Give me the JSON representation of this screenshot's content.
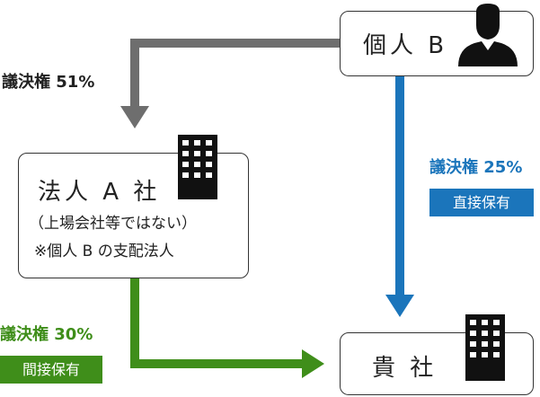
{
  "nodes": {
    "person_b": {
      "label": "個人 B"
    },
    "corp_a": {
      "label": "法人 A 社",
      "note1": "（上場会社等ではない）",
      "note2": "※個人 B の支配法人"
    },
    "company": {
      "label": "貴 社"
    }
  },
  "edges": {
    "b_to_a": {
      "label": "議決権 51%",
      "color": "#6e6e6e"
    },
    "b_to_co": {
      "label": "議決権 25%",
      "badge": "直接保有",
      "color": "#1b75bb"
    },
    "a_to_co": {
      "label": "議決権 30%",
      "badge": "間接保有",
      "color": "#3f8e1a"
    }
  },
  "icons": [
    "person-silhouette-icon",
    "building-icon",
    "building-icon"
  ]
}
